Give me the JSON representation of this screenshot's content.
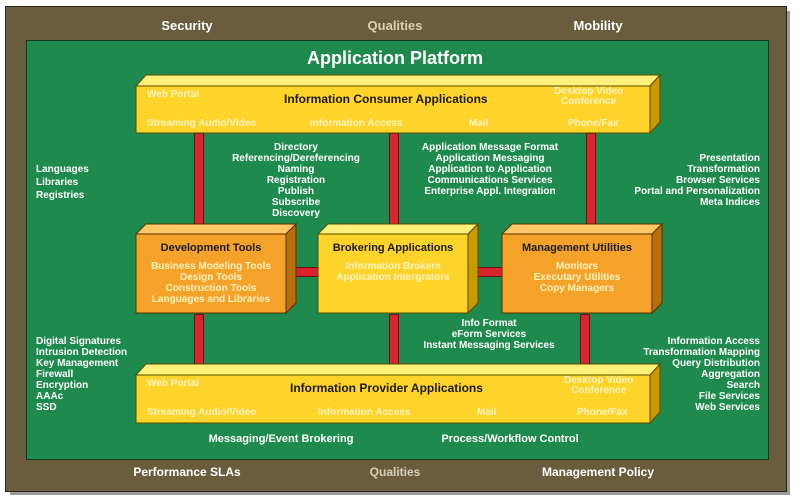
{
  "frame": {
    "top_labels": [
      "Security",
      "Qualities",
      "Mobility"
    ],
    "bottom_labels": [
      "Performance SLAs",
      "Qualities",
      "Management Policy"
    ]
  },
  "title": "Application Platform",
  "consumer": {
    "title": "Information Consumer Applications",
    "items": {
      "web_portal": "Web Portal",
      "desktop_video": "Desktop Video\nConference",
      "streaming": "Streaming Audio/Video",
      "info_access": "Information Access",
      "mail": "Mail",
      "phone": "Phone/Fax"
    }
  },
  "provider": {
    "title": "Information Provider Applications",
    "items": {
      "web_portal": "Web Portal",
      "desktop_video": "Desktop Video\nConference",
      "streaming": "Streaming Audio/Video",
      "info_access": "Information Access",
      "mail": "Mail",
      "phone": "Phone/Fax"
    }
  },
  "dev_tools": {
    "title": "Development Tools",
    "items": "Business Modeling Tools\nDesign Tools\nConstruction Tools\nLanguages and Libraries"
  },
  "brokering": {
    "title": "Brokering Applications",
    "items": "Information Brokers\nApplication Intergrators"
  },
  "management": {
    "title": "Management Utilities",
    "items": "Monitors\nExecutary Utilities\nCopy Managers"
  },
  "left_upper": "Languages\nLibraries\nRegistries",
  "directory_list": "Directory\nReferencing/Dereferencing\nNaming\nRegistration\nPublish\nSubscribe\nDiscovery",
  "messaging_list": "Application Message Format\nApplication Messaging\nApplication to Application\nCommunications Services\nEnterprise Appl. Integration",
  "right_upper": "Presentation\nTransformation\nBrowser Services\nPortal and Personalization\nMeta Indices",
  "left_lower": "Digital Signatures\nIntrusion Detection\nKey Management\nFirewall\nEncryption\nAAAc\nSSD",
  "middle_lower": "Info Format\neForm Services\nInstant Messaging Services",
  "right_lower": "Information Access\nTransformation Mapping\nQuery Distribution\nAggregation\nSearch\nFile Services\nWeb Services",
  "bottom_inner": [
    "Messaging/Event Brokering",
    "Process/Workflow Control"
  ],
  "colors": {
    "frame": "#6b5c3e",
    "panel": "#1e8a4e",
    "yellow_box": "#ffd42a",
    "orange_box": "#f5a22a",
    "pillar": "#d9262c"
  }
}
